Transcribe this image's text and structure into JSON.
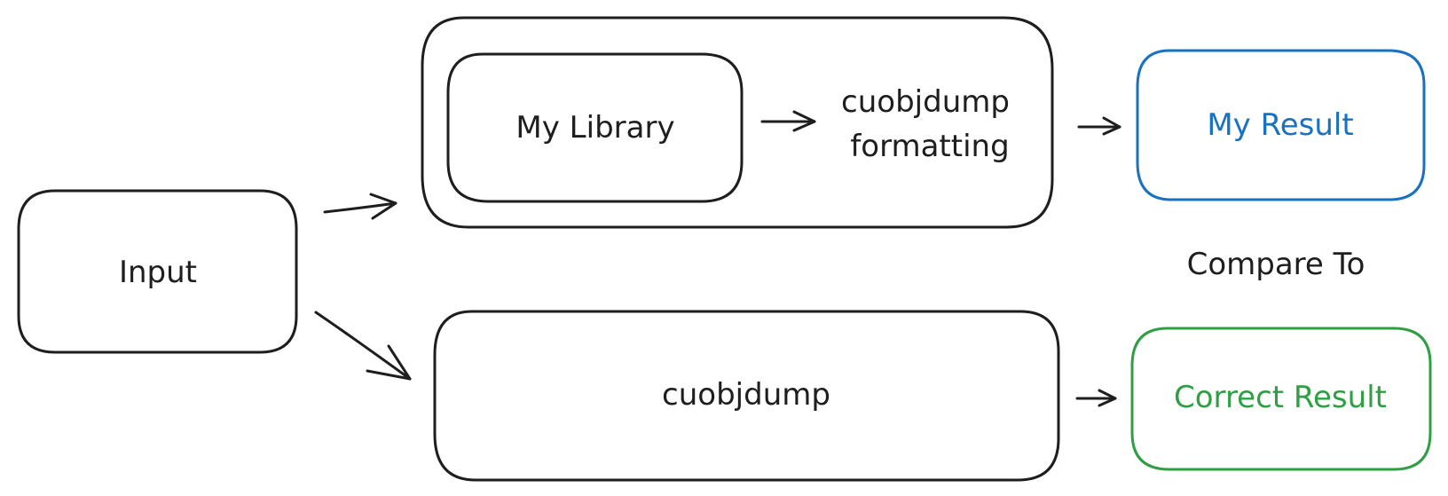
{
  "nodes": {
    "input": {
      "label": "Input"
    },
    "my_library_pipeline": {
      "my_library": {
        "label": "My Library"
      },
      "formatting": {
        "line1": "cuobjdump",
        "line2": "formatting"
      }
    },
    "cuobjdump": {
      "label": "cuobjdump"
    },
    "my_result": {
      "label": "My Result",
      "color": "#1971c2"
    },
    "correct_result": {
      "label": "Correct Result",
      "color": "#2f9e44"
    }
  },
  "compare_label": "Compare To",
  "edges": [
    {
      "from": "input",
      "to": "my_library_pipeline"
    },
    {
      "from": "input",
      "to": "cuobjdump"
    },
    {
      "from": "my_library",
      "to": "formatting"
    },
    {
      "from": "my_library_pipeline",
      "to": "my_result"
    },
    {
      "from": "cuobjdump",
      "to": "correct_result"
    }
  ],
  "colors": {
    "stroke": "#1e1e1e",
    "my_result": "#1971c2",
    "correct_result": "#2f9e44"
  }
}
